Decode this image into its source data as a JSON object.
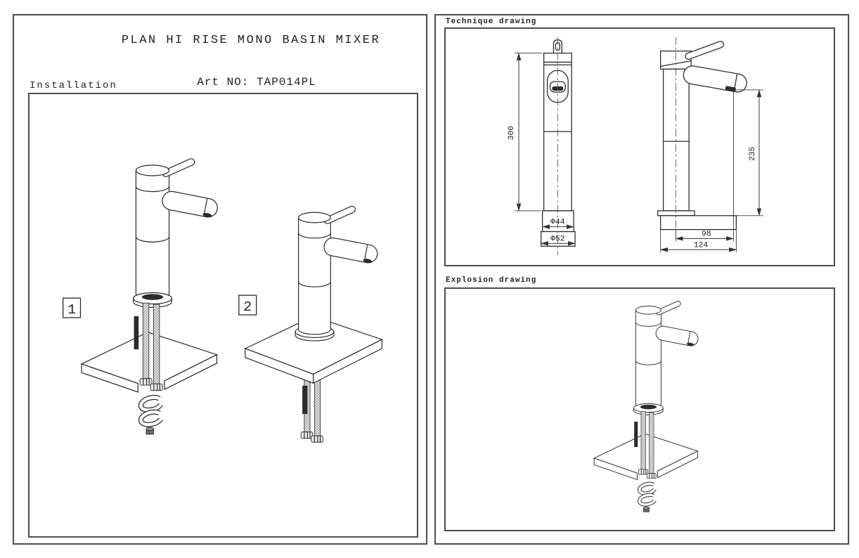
{
  "page": {
    "title": "PLAN HI RISE MONO BASIN MIXER",
    "art_no": "Art NO: TAP014PL"
  },
  "installation": {
    "label": "Installation",
    "step1": "1",
    "step2": "2"
  },
  "technique": {
    "label": "Technique drawing",
    "dims": {
      "height": "300",
      "top_dia": "Φ44",
      "base_dia": "Φ52",
      "spout_height": "235",
      "spout_reach": "98",
      "base_width": "124"
    }
  },
  "explosion": {
    "label": "Explosion drawing"
  },
  "colors": {
    "line": "#2b2b2b",
    "frame": "#4d4d4d",
    "background": "#ffffff"
  }
}
